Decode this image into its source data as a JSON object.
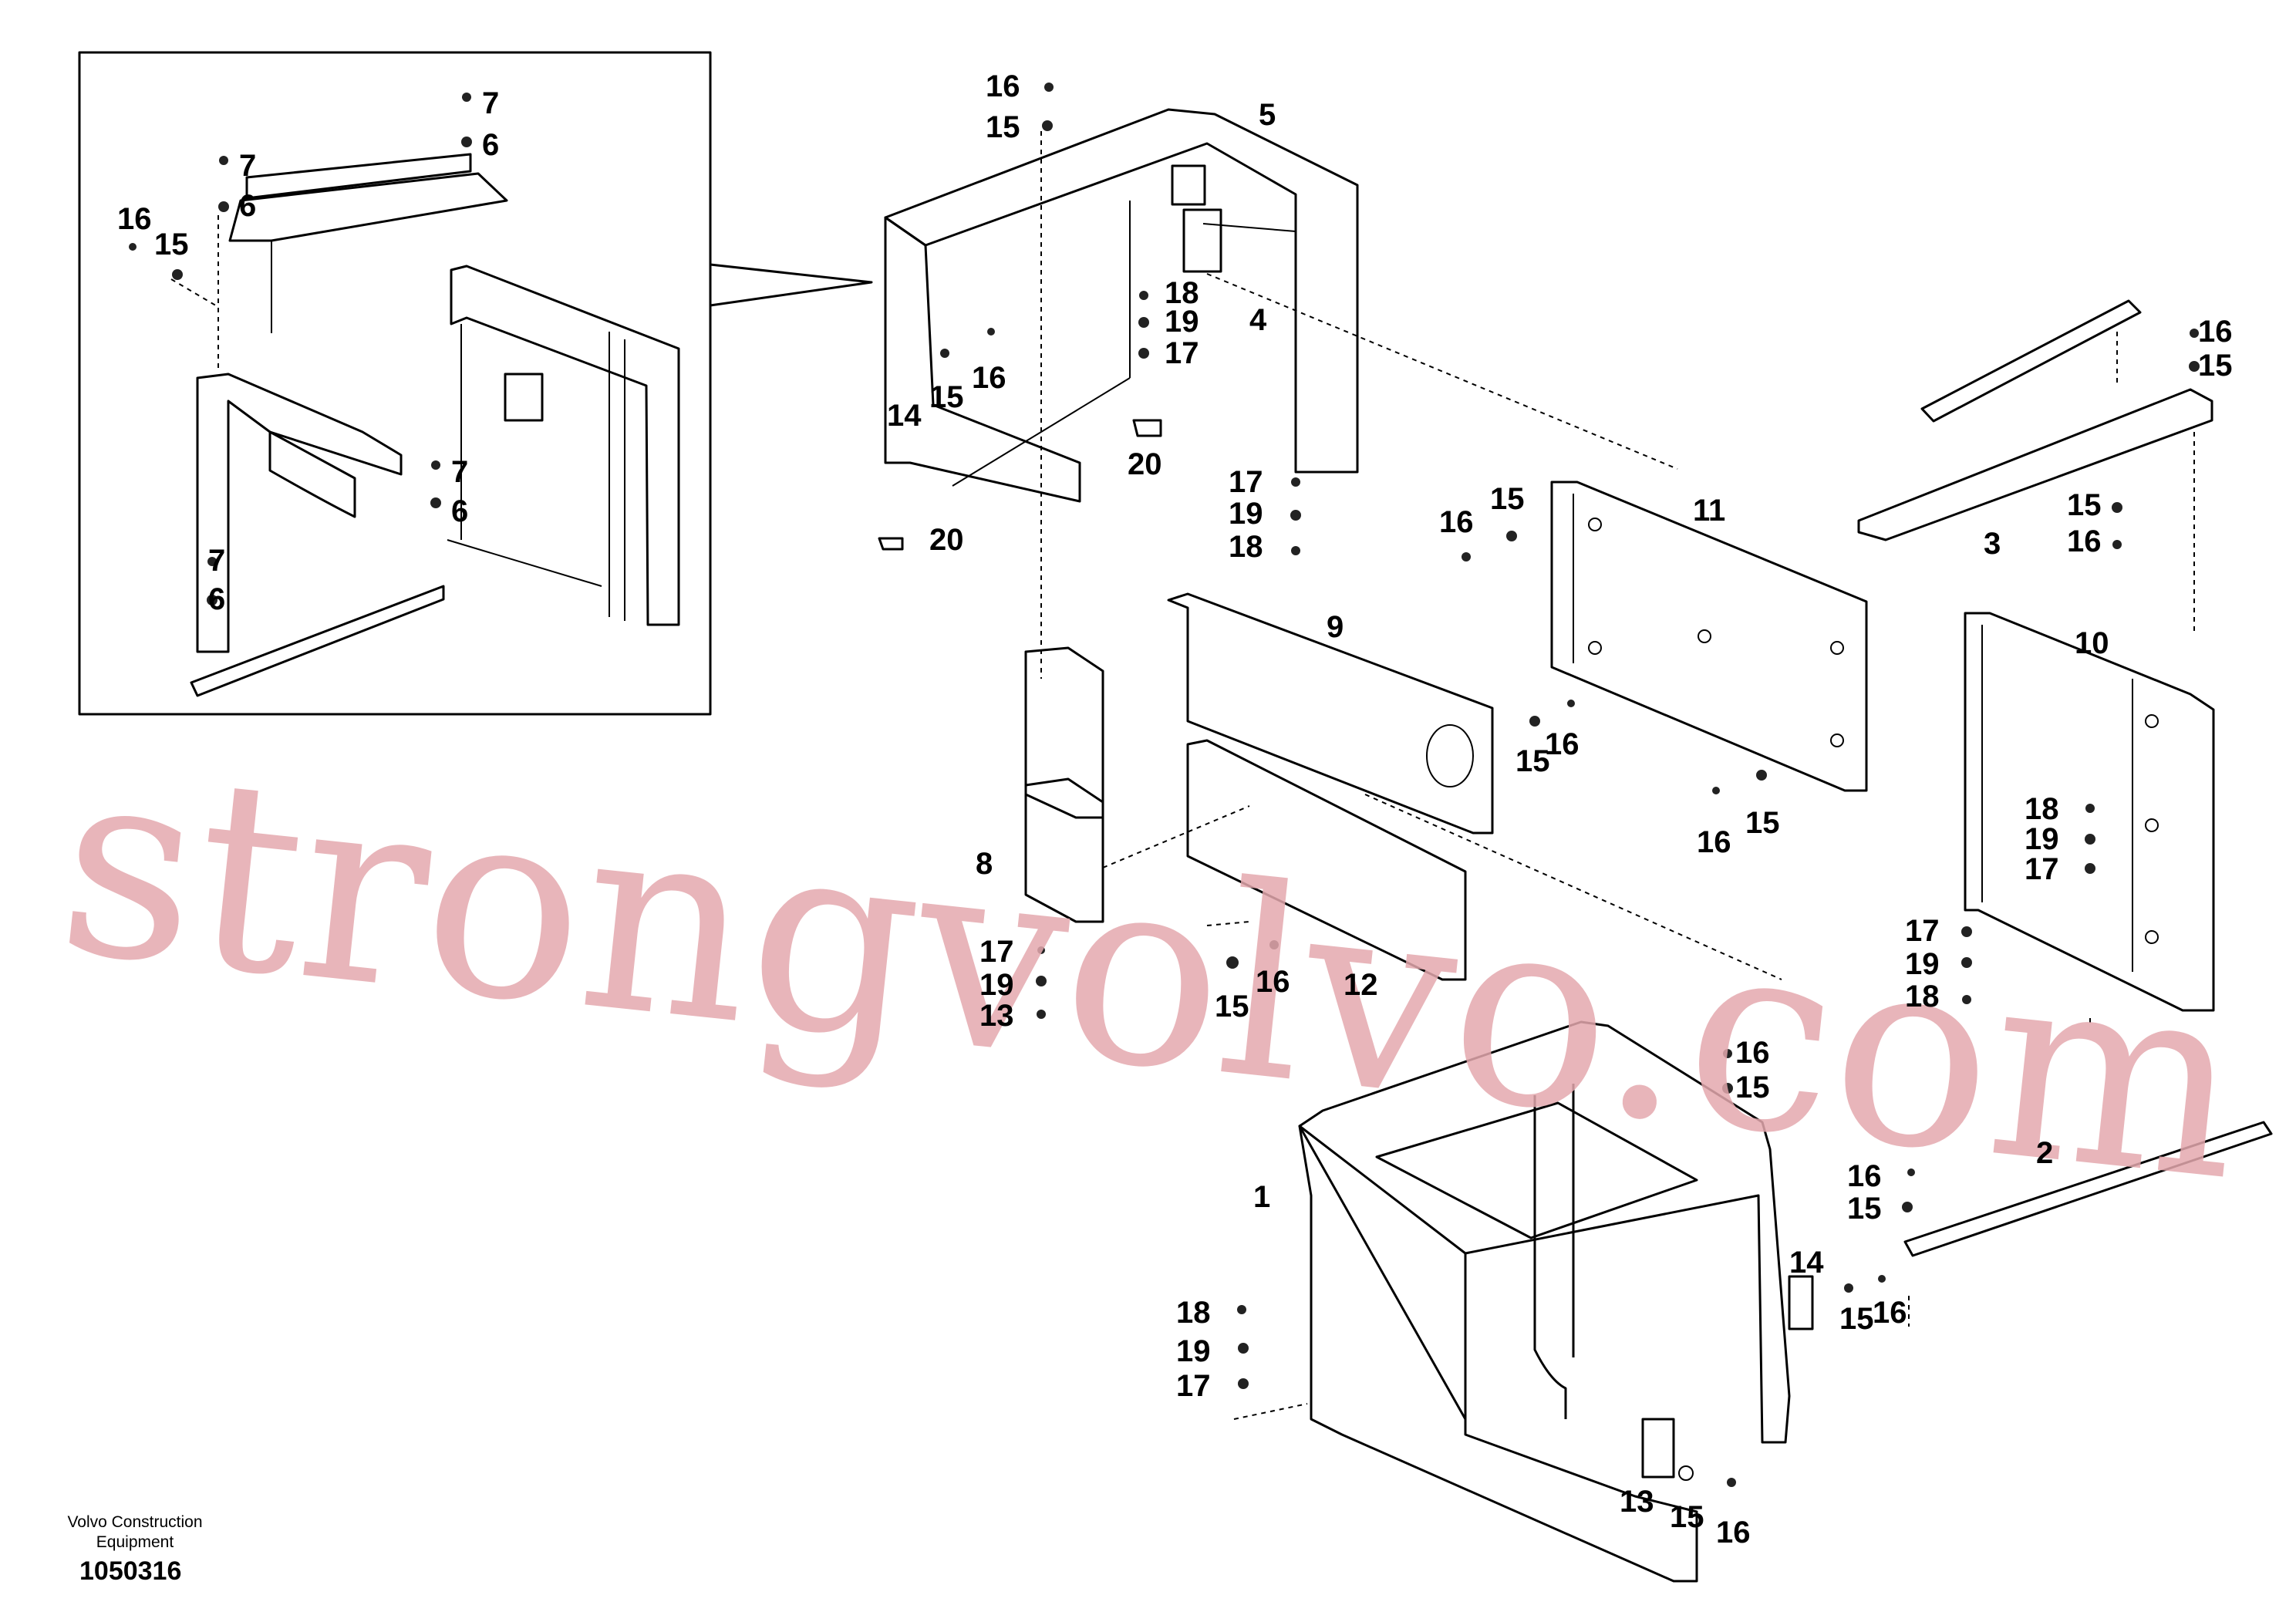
{
  "watermark": "strongvolvo.com",
  "brand": {
    "line1": "Volvo Construction",
    "line2": "Equipment"
  },
  "drawing_number": "1050316",
  "part_labels": {
    "inset": [
      "7",
      "6",
      "7",
      "6",
      "16",
      "15",
      "7",
      "6",
      "7",
      "6"
    ],
    "top_frame": [
      "16",
      "15",
      "5",
      "18",
      "19",
      "17",
      "14",
      "15",
      "16",
      "20",
      "20",
      "17",
      "19",
      "18"
    ],
    "right_upper": [
      "4",
      "16",
      "15",
      "3",
      "15",
      "16",
      "16",
      "15",
      "11",
      "15",
      "16",
      "16",
      "15"
    ],
    "middle": [
      "9",
      "8",
      "17",
      "19",
      "13",
      "15",
      "16",
      "12"
    ],
    "right_middle": [
      "10",
      "18",
      "19",
      "17",
      "17",
      "19",
      "18"
    ],
    "bottom": [
      "16",
      "15",
      "1",
      "2",
      "16",
      "15",
      "14",
      "15",
      "16",
      "18",
      "19",
      "17",
      "13",
      "15",
      "16"
    ]
  }
}
